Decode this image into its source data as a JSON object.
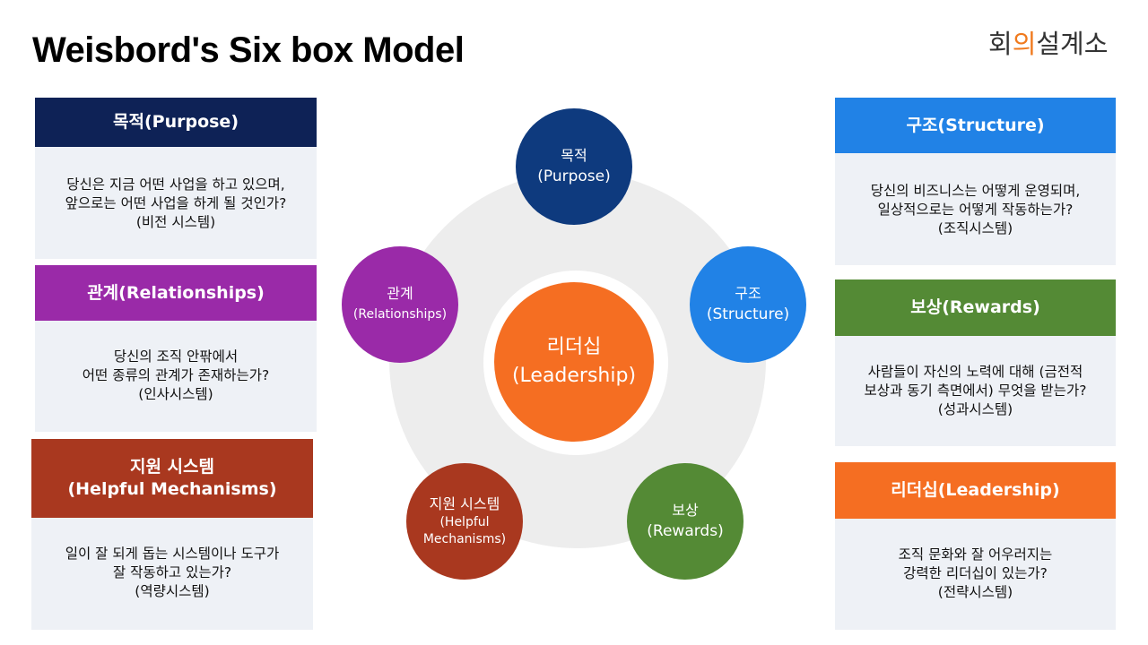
{
  "page": {
    "title": "Weisbord's Six box Model",
    "logo": {
      "prefix": "회",
      "accent": "의",
      "suffix": "설계소",
      "accent_color": "#F07A1E"
    }
  },
  "colors": {
    "purpose": "#0E2256",
    "purpose_node": "#0E3A7E",
    "relationships": "#9A2AA8",
    "helpful": "#A9381F",
    "structure": "#2182E6",
    "rewards": "#548A35",
    "leadership": "#F56E22",
    "card_body": "#EEF1F6",
    "ring": "#EDEDED"
  },
  "cards": {
    "purpose": {
      "header": "목적(Purpose)",
      "body": "당신은 지금 어떤 사업을 하고 있으며,\n앞으로는 어떤 사업을 하게 될 것인가?\n(비전 시스템)"
    },
    "relationships": {
      "header": "관계(Relationships)",
      "body": "당신의 조직 안팎에서\n어떤 종류의 관계가 존재하는가?\n(인사시스템)"
    },
    "helpful": {
      "header_line1": "지원 시스템",
      "header_line2": "(Helpful Mechanisms)",
      "body": "일이 잘 되게 돕는 시스템이나 도구가\n잘 작동하고 있는가?\n(역량시스템)"
    },
    "structure": {
      "header": "구조(Structure)",
      "body": "당신의 비즈니스는 어떻게 운영되며,\n일상적으로는 어떻게 작동하는가?\n(조직시스템)"
    },
    "rewards": {
      "header": "보상(Rewards)",
      "body": "사람들이 자신의 노력에 대해 (금전적\n보상과 동기 측면에서) 무엇을 받는가?\n(성과시스템)"
    },
    "leadership": {
      "header": "리더십(Leadership)",
      "body": "조직 문화와 잘 어우러지는\n강력한 리더십이 있는가?\n(전략시스템)"
    }
  },
  "nodes": {
    "purpose": {
      "ko": "목적",
      "en": "(Purpose)"
    },
    "relationships": {
      "ko": "관계",
      "en": "(Relationships)"
    },
    "structure": {
      "ko": "구조",
      "en": "(Structure)"
    },
    "helpful": {
      "ko": "지원 시스템",
      "en1": "(Helpful",
      "en2": "Mechanisms)"
    },
    "rewards": {
      "ko": "보상",
      "en": "(Rewards)"
    },
    "leadership": {
      "ko": "리더십",
      "en": "(Leadership)"
    }
  }
}
